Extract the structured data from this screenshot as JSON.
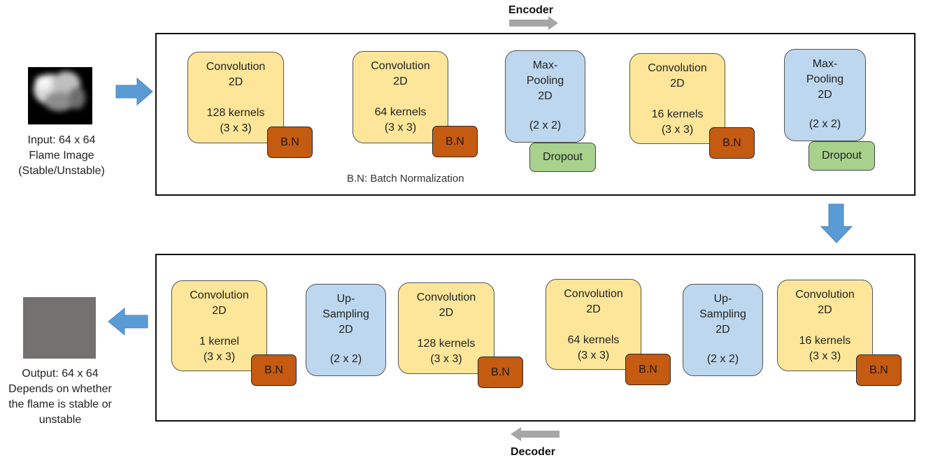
{
  "encoder_label": "Encoder",
  "decoder_label": "Decoder",
  "bn_legend": "B.N: Batch Normalization",
  "bn_label": "B.N",
  "dropout_label": "Dropout",
  "input_caption": [
    "Input: 64 x 64",
    "Flame Image",
    "(Stable/Unstable)"
  ],
  "output_caption": [
    "Output: 64 x 64",
    "Depends on whether",
    "the flame is stable or",
    "unstable"
  ],
  "encoder_blocks": [
    {
      "type": "conv",
      "name": [
        "Convolution",
        "2D"
      ],
      "detail": [
        "128 kernels",
        "(3 x 3)"
      ]
    },
    {
      "type": "conv",
      "name": [
        "Convolution",
        "2D"
      ],
      "detail": [
        "64 kernels",
        "(3 x 3)"
      ]
    },
    {
      "type": "pool",
      "name": [
        "Max-",
        "Pooling",
        "2D"
      ],
      "detail": [
        "(2 x 2)"
      ]
    },
    {
      "type": "conv",
      "name": [
        "Convolution",
        "2D"
      ],
      "detail": [
        "16 kernels",
        "(3 x 3)"
      ]
    },
    {
      "type": "pool",
      "name": [
        "Max-",
        "Pooling",
        "2D"
      ],
      "detail": [
        "(2 x 2)"
      ]
    }
  ],
  "decoder_blocks": [
    {
      "type": "conv",
      "name": [
        "Convolution",
        "2D"
      ],
      "detail": [
        "1 kernel",
        "(3 x 3)"
      ]
    },
    {
      "type": "up",
      "name": [
        "Up-",
        "Sampling",
        "2D"
      ],
      "detail": [
        "(2 x 2)"
      ]
    },
    {
      "type": "conv",
      "name": [
        "Convolution",
        "2D"
      ],
      "detail": [
        "128 kernels",
        "(3 x 3)"
      ]
    },
    {
      "type": "conv",
      "name": [
        "Convolution",
        "2D"
      ],
      "detail": [
        "64 kernels",
        "(3 x 3)"
      ]
    },
    {
      "type": "up",
      "name": [
        "Up-",
        "Sampling",
        "2D"
      ],
      "detail": [
        "(2 x 2)"
      ]
    },
    {
      "type": "conv",
      "name": [
        "Convolution",
        "2D"
      ],
      "detail": [
        "16 kernels",
        "(3 x 3)"
      ]
    }
  ],
  "colors": {
    "conv": "#fde699",
    "pool": "#bdd7ee",
    "bn": "#c55a11",
    "dropout": "#a9d18e",
    "flow_arrow": "#5b9bd5",
    "direction_arrow": "#a6a6a6",
    "output_square": "#767171"
  }
}
